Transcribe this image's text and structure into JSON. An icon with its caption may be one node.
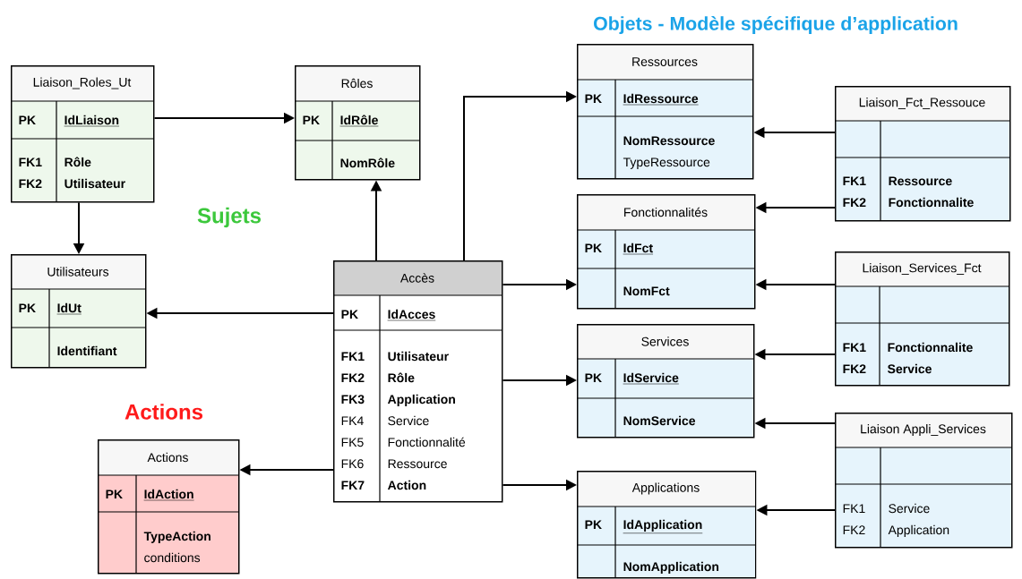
{
  "diagram": {
    "nodes": [
      {
        "text": [
          "Liaison_Roles_Ut",
          "PK",
          "IdLiaison",
          "FK1",
          "Rôle",
          "FK2",
          "Utilisateur"
        ]
      },
      {
        "text": [
          "Rôles",
          "PK",
          "IdRôle",
          "NomRôle"
        ]
      },
      {
        "text": [
          "Utilisateurs",
          "PK",
          "IdUt",
          "Identifiant"
        ]
      },
      {
        "text": [
          "Accès",
          "PK",
          "IdAcces",
          "FK1",
          "Utilisateur",
          "FK2",
          "Rôle",
          "FK3",
          "Application",
          "FK4",
          "Service",
          "FK5",
          "Fonctionnalité",
          "FK6",
          "Ressource",
          "FK7",
          "Action"
        ]
      },
      {
        "text": [
          "Actions",
          "PK",
          "IdAction",
          "TypeAction",
          "conditions"
        ]
      },
      {
        "text": [
          "Ressources",
          "PK",
          "IdRessource",
          "NomRessource",
          "TypeRessource"
        ]
      },
      {
        "text": [
          "Liaison_Fct_Ressouce",
          "FK1",
          "Ressource",
          "FK2",
          "Fonctionnalite"
        ]
      },
      {
        "text": [
          "Fonctionnalités",
          "PK",
          "IdFct",
          "NomFct"
        ]
      },
      {
        "text": [
          "Liaison_Services_Fct",
          "FK1",
          "Fonctionnalite",
          "FK2",
          "Service"
        ]
      },
      {
        "text": [
          "Services",
          "PK",
          "IdService",
          "NomService"
        ]
      },
      {
        "text": [
          "Liaison Appli_Services",
          "FK1",
          "Service",
          "FK2",
          "Application"
        ]
      },
      {
        "text": [
          "Applications",
          "PK",
          "IdApplication",
          "NomApplication"
        ]
      }
    ],
    "edges": [
      {
        "from": 0,
        "to": 1,
        "arrow": "to"
      },
      {
        "from": 0,
        "to": 2,
        "arrow": "to"
      },
      {
        "from": 3,
        "to": 1,
        "arrow": "to"
      },
      {
        "from": 3,
        "to": 2,
        "arrow": "to"
      },
      {
        "from": 3,
        "to": 4,
        "arrow": "to"
      },
      {
        "from": 3,
        "to": 5,
        "arrow": "to"
      },
      {
        "from": 3,
        "to": 7,
        "arrow": "to"
      },
      {
        "from": 3,
        "to": 9,
        "arrow": "to"
      },
      {
        "from": 3,
        "to": 11,
        "arrow": "to"
      },
      {
        "from": 6,
        "to": 5,
        "arrow": "to"
      },
      {
        "from": 6,
        "to": 7,
        "arrow": "to"
      },
      {
        "from": 8,
        "to": 7,
        "arrow": "to"
      },
      {
        "from": 8,
        "to": 9,
        "arrow": "to"
      },
      {
        "from": 10,
        "to": 9,
        "arrow": "to"
      },
      {
        "from": 10,
        "to": 11,
        "arrow": "to"
      }
    ],
    "labels": [
      "Objets - Modèle spécifique d’application",
      "Sujets",
      "Actions"
    ]
  }
}
